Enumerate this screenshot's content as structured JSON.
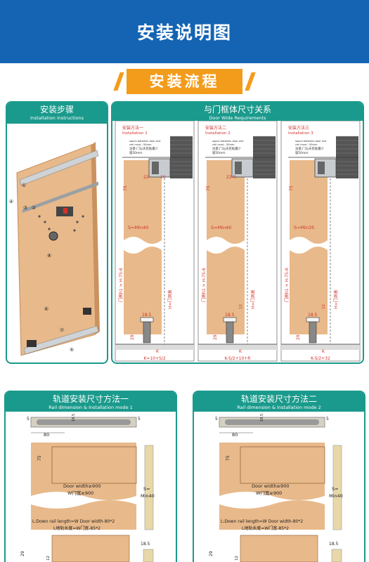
{
  "header": {
    "title": "安装说明图"
  },
  "flow": {
    "label": "安装流程"
  },
  "steps_panel": {
    "title_cn": "安装步骤",
    "title_en": "installation instructions",
    "callouts": [
      "①",
      "②",
      "③",
      "④",
      "⑤",
      "⑥",
      "⑦",
      "⑧"
    ]
  },
  "door_panel": {
    "title_cn": "与门框体尺寸关系",
    "title_en": "Door Wide Requirements",
    "common": {
      "space_note_en_1": "space between door and",
      "space_note_en_2": "ceil must : 50mm",
      "space_note_cn_1": "注意:门与天花板最少",
      "space_note_cn_2": "留50mm",
      "dim_75": "75",
      "door_h": "门高h1 > H-75-6",
      "floor_H": "H=门洞高",
      "dim_185": "18.5",
      "dim_29": "29",
      "K": "K"
    },
    "methods": [
      {
        "cn": "安装方法一",
        "en": "Installation 1",
        "offset": "22",
        "offset2": "10",
        "S": "S=Min40",
        "formula": "K=10+S/2",
        "dim_12": ""
      },
      {
        "cn": "安装方法二",
        "en": "Installation 2",
        "offset": "22-R",
        "offset2": "",
        "S": "S=Min40",
        "formula": "K-S/2+10+R",
        "dim_12": "12"
      },
      {
        "cn": "安装方法三",
        "en": "Installation 3",
        "offset": "",
        "offset2": "",
        "S": "S=Min35",
        "formula": "K-S/2+32",
        "dim_12": "12"
      }
    ]
  },
  "rail_panels": [
    {
      "title_cn": "轨道安装尺寸方法一",
      "title_en": "Rail dimension & Installation mode 1",
      "dim_5a": "5",
      "dim_5b": "5",
      "dim_185": "18.5",
      "dim_80": "80",
      "dim_75": "75",
      "door_width_en": "Door width≥900",
      "door_width_cn": "W门宽≥900",
      "S_label_1": "S=",
      "S_label_2": "Min40",
      "rail_len_en": "L:Down rail length=W Door width-80*2",
      "rail_len_cn": "L地轨长度=W门宽-85*2",
      "dim_29": "29",
      "dim_12": "12",
      "dim_185b": "18.5"
    },
    {
      "title_cn": "轨道安装尺寸方法二",
      "title_en": "Rail dimension & Installation mode 2",
      "dim_5a": "5",
      "dim_5b": "5",
      "dim_185": "18.5",
      "dim_80": "80",
      "dim_75": "75",
      "door_width_en": "Door width≥900",
      "door_width_cn": "W门宽≥900",
      "S_label_1": "S=",
      "S_label_2": "Min40",
      "rail_len_en": "L:Down rail length=W Door width-80*2",
      "rail_len_cn": "L地轨长度=W门宽-85*2",
      "dim_29": "29",
      "dim_12": "12",
      "dim_185b": "18.5"
    }
  ],
  "colors": {
    "banner": "#1564b3",
    "accent": "#f39c1c",
    "teal": "#1a9a8c",
    "wood": "#e8b98a",
    "brick": "#555555"
  }
}
